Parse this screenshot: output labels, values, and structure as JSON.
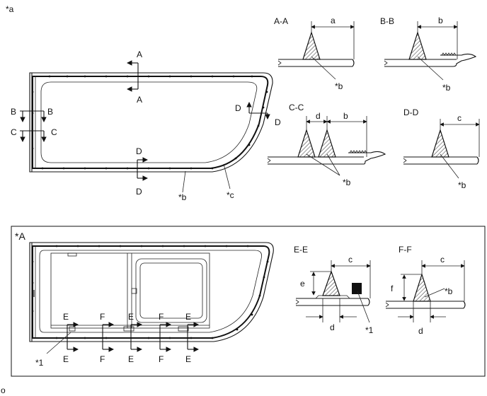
{
  "figure_labels": {
    "top_view": "*a",
    "bottom_view": "*A",
    "callout_b": "*b",
    "callout_c": "*c",
    "callout_1": "*1",
    "page_id": "o"
  },
  "section_titles": {
    "aa": "A-A",
    "bb": "B-B",
    "cc": "C-C",
    "dd": "D-D",
    "ee": "E-E",
    "ff": "F-F"
  },
  "section_markers": {
    "a": "A",
    "b": "B",
    "c": "C",
    "d": "D",
    "e": "E",
    "f": "F"
  },
  "dimensions": {
    "a": "a",
    "b": "b",
    "c": "c",
    "d": "d",
    "e": "e",
    "f": "f"
  }
}
